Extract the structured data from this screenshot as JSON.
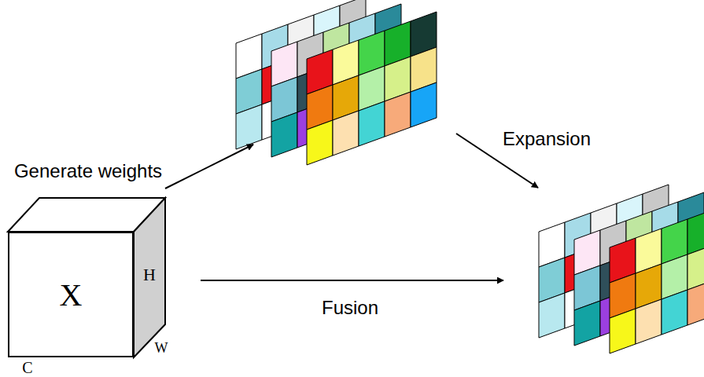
{
  "diagram": {
    "nodes": [
      {
        "text": [
          "X"
        ]
      }
    ],
    "labels": [
      "H",
      "W",
      "C",
      "Generate weights",
      "Fusion",
      "Expansion"
    ]
  }
}
